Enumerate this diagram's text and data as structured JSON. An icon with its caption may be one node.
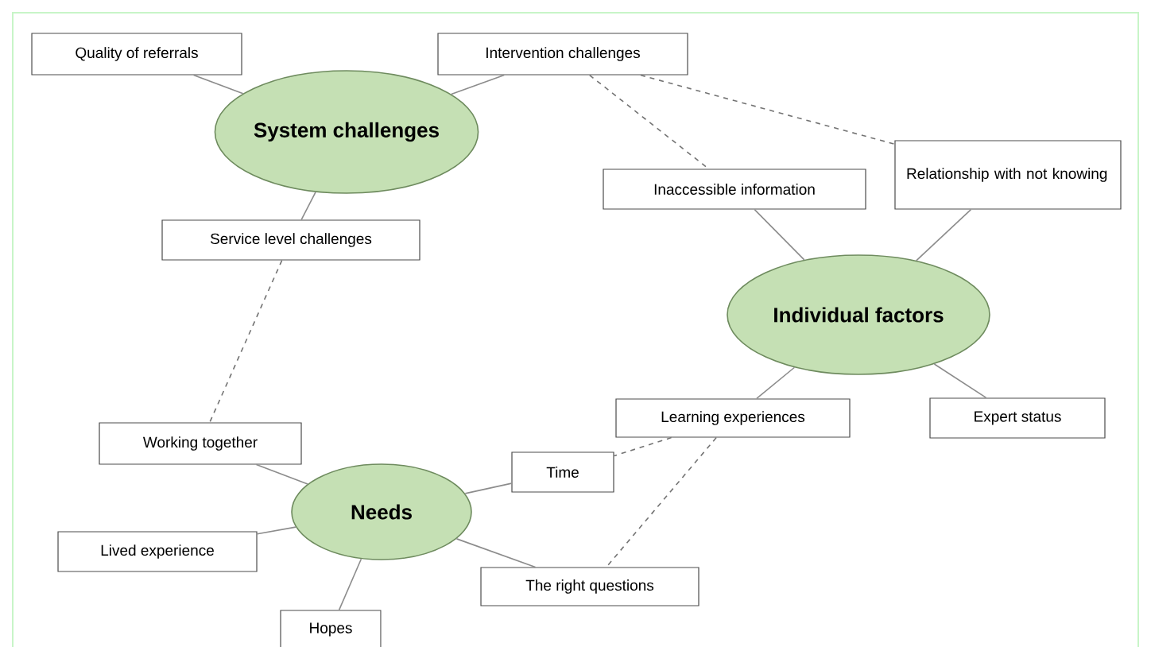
{
  "diagram": {
    "nodes": [
      {
        "text": [
          "System challenges"
        ]
      },
      {
        "text": [
          "Quality of referrals"
        ]
      },
      {
        "text": [
          "Intervention challenges"
        ]
      },
      {
        "text": [
          "Service level challenges"
        ]
      },
      {
        "text": [
          "Individual factors"
        ]
      },
      {
        "text": [
          "Inaccessible information"
        ]
      },
      {
        "text": [
          "Relationship with not knowing"
        ]
      },
      {
        "text": [
          "Learning experiences"
        ]
      },
      {
        "text": [
          "Expert status"
        ]
      },
      {
        "text": [
          "Needs"
        ]
      },
      {
        "text": [
          "Working together"
        ]
      },
      {
        "text": [
          "Lived experience"
        ]
      },
      {
        "text": [
          "Hopes"
        ]
      },
      {
        "text": [
          "Time"
        ]
      },
      {
        "text": [
          "The right questions"
        ]
      }
    ],
    "edges": [
      {
        "from": 0,
        "to": 1,
        "arrow": "none"
      },
      {
        "from": 0,
        "to": 2,
        "arrow": "none"
      },
      {
        "from": 0,
        "to": 3,
        "arrow": "none"
      },
      {
        "from": 3,
        "to": 10,
        "arrow": "none",
        "style": "dashed"
      },
      {
        "from": 2,
        "to": 5,
        "arrow": "none",
        "style": "dashed"
      },
      {
        "from": 2,
        "to": 6,
        "arrow": "none",
        "style": "dashed"
      },
      {
        "from": 4,
        "to": 5,
        "arrow": "none"
      },
      {
        "from": 4,
        "to": 6,
        "arrow": "none"
      },
      {
        "from": 4,
        "to": 7,
        "arrow": "none"
      },
      {
        "from": 4,
        "to": 8,
        "arrow": "none"
      },
      {
        "from": 7,
        "to": 13,
        "arrow": "none",
        "style": "dashed"
      },
      {
        "from": 7,
        "to": 14,
        "arrow": "none",
        "style": "dashed"
      },
      {
        "from": 9,
        "to": 10,
        "arrow": "none"
      },
      {
        "from": 9,
        "to": 11,
        "arrow": "none"
      },
      {
        "from": 9,
        "to": 12,
        "arrow": "none"
      },
      {
        "from": 9,
        "to": 13,
        "arrow": "none"
      },
      {
        "from": 9,
        "to": 14,
        "arrow": "none"
      }
    ]
  }
}
